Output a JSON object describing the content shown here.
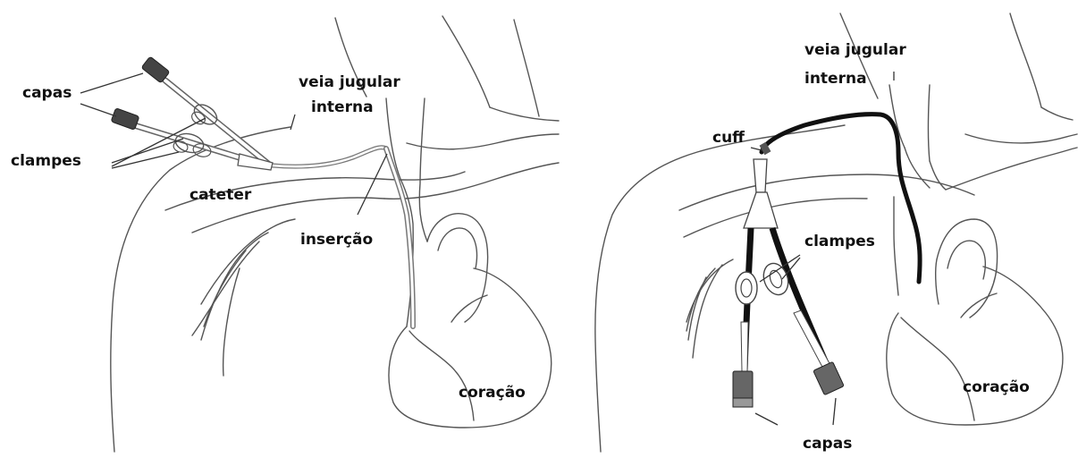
{
  "left_panel": {
    "capas": "capas",
    "clampes": "clampes",
    "jugular_line1": "veia jugular",
    "jugular_line2": "interna",
    "cateter": "cateter",
    "insercao": "inserção",
    "coracao": "coração"
  },
  "right_panel": {
    "jugular_line1": "veia jugular",
    "jugular_line2": "interna",
    "cuff": "cuff",
    "clampes": "clampes",
    "coracao": "coração",
    "capas": "capas"
  }
}
